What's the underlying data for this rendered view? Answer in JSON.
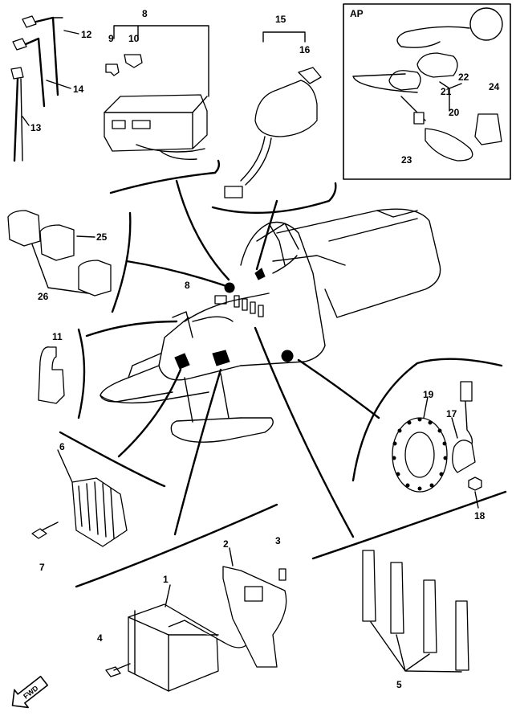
{
  "diagram": {
    "callouts": {
      "c1": "1",
      "c2": "2",
      "c3": "3",
      "c4": "4",
      "c5": "5",
      "c6": "6",
      "c7": "7",
      "c8a": "8",
      "c8b": "8",
      "c9": "9",
      "c10": "10",
      "c11": "11",
      "c12": "12",
      "c13": "13",
      "c14": "14",
      "c15": "15",
      "c16": "16",
      "c17": "17",
      "c18": "18",
      "c19": "19",
      "c20": "20",
      "c21": "21",
      "c22": "22",
      "c23": "23",
      "c24": "24",
      "c25": "25",
      "c26": "26"
    },
    "ap_label": "AP",
    "fwd_label": "FWD"
  }
}
